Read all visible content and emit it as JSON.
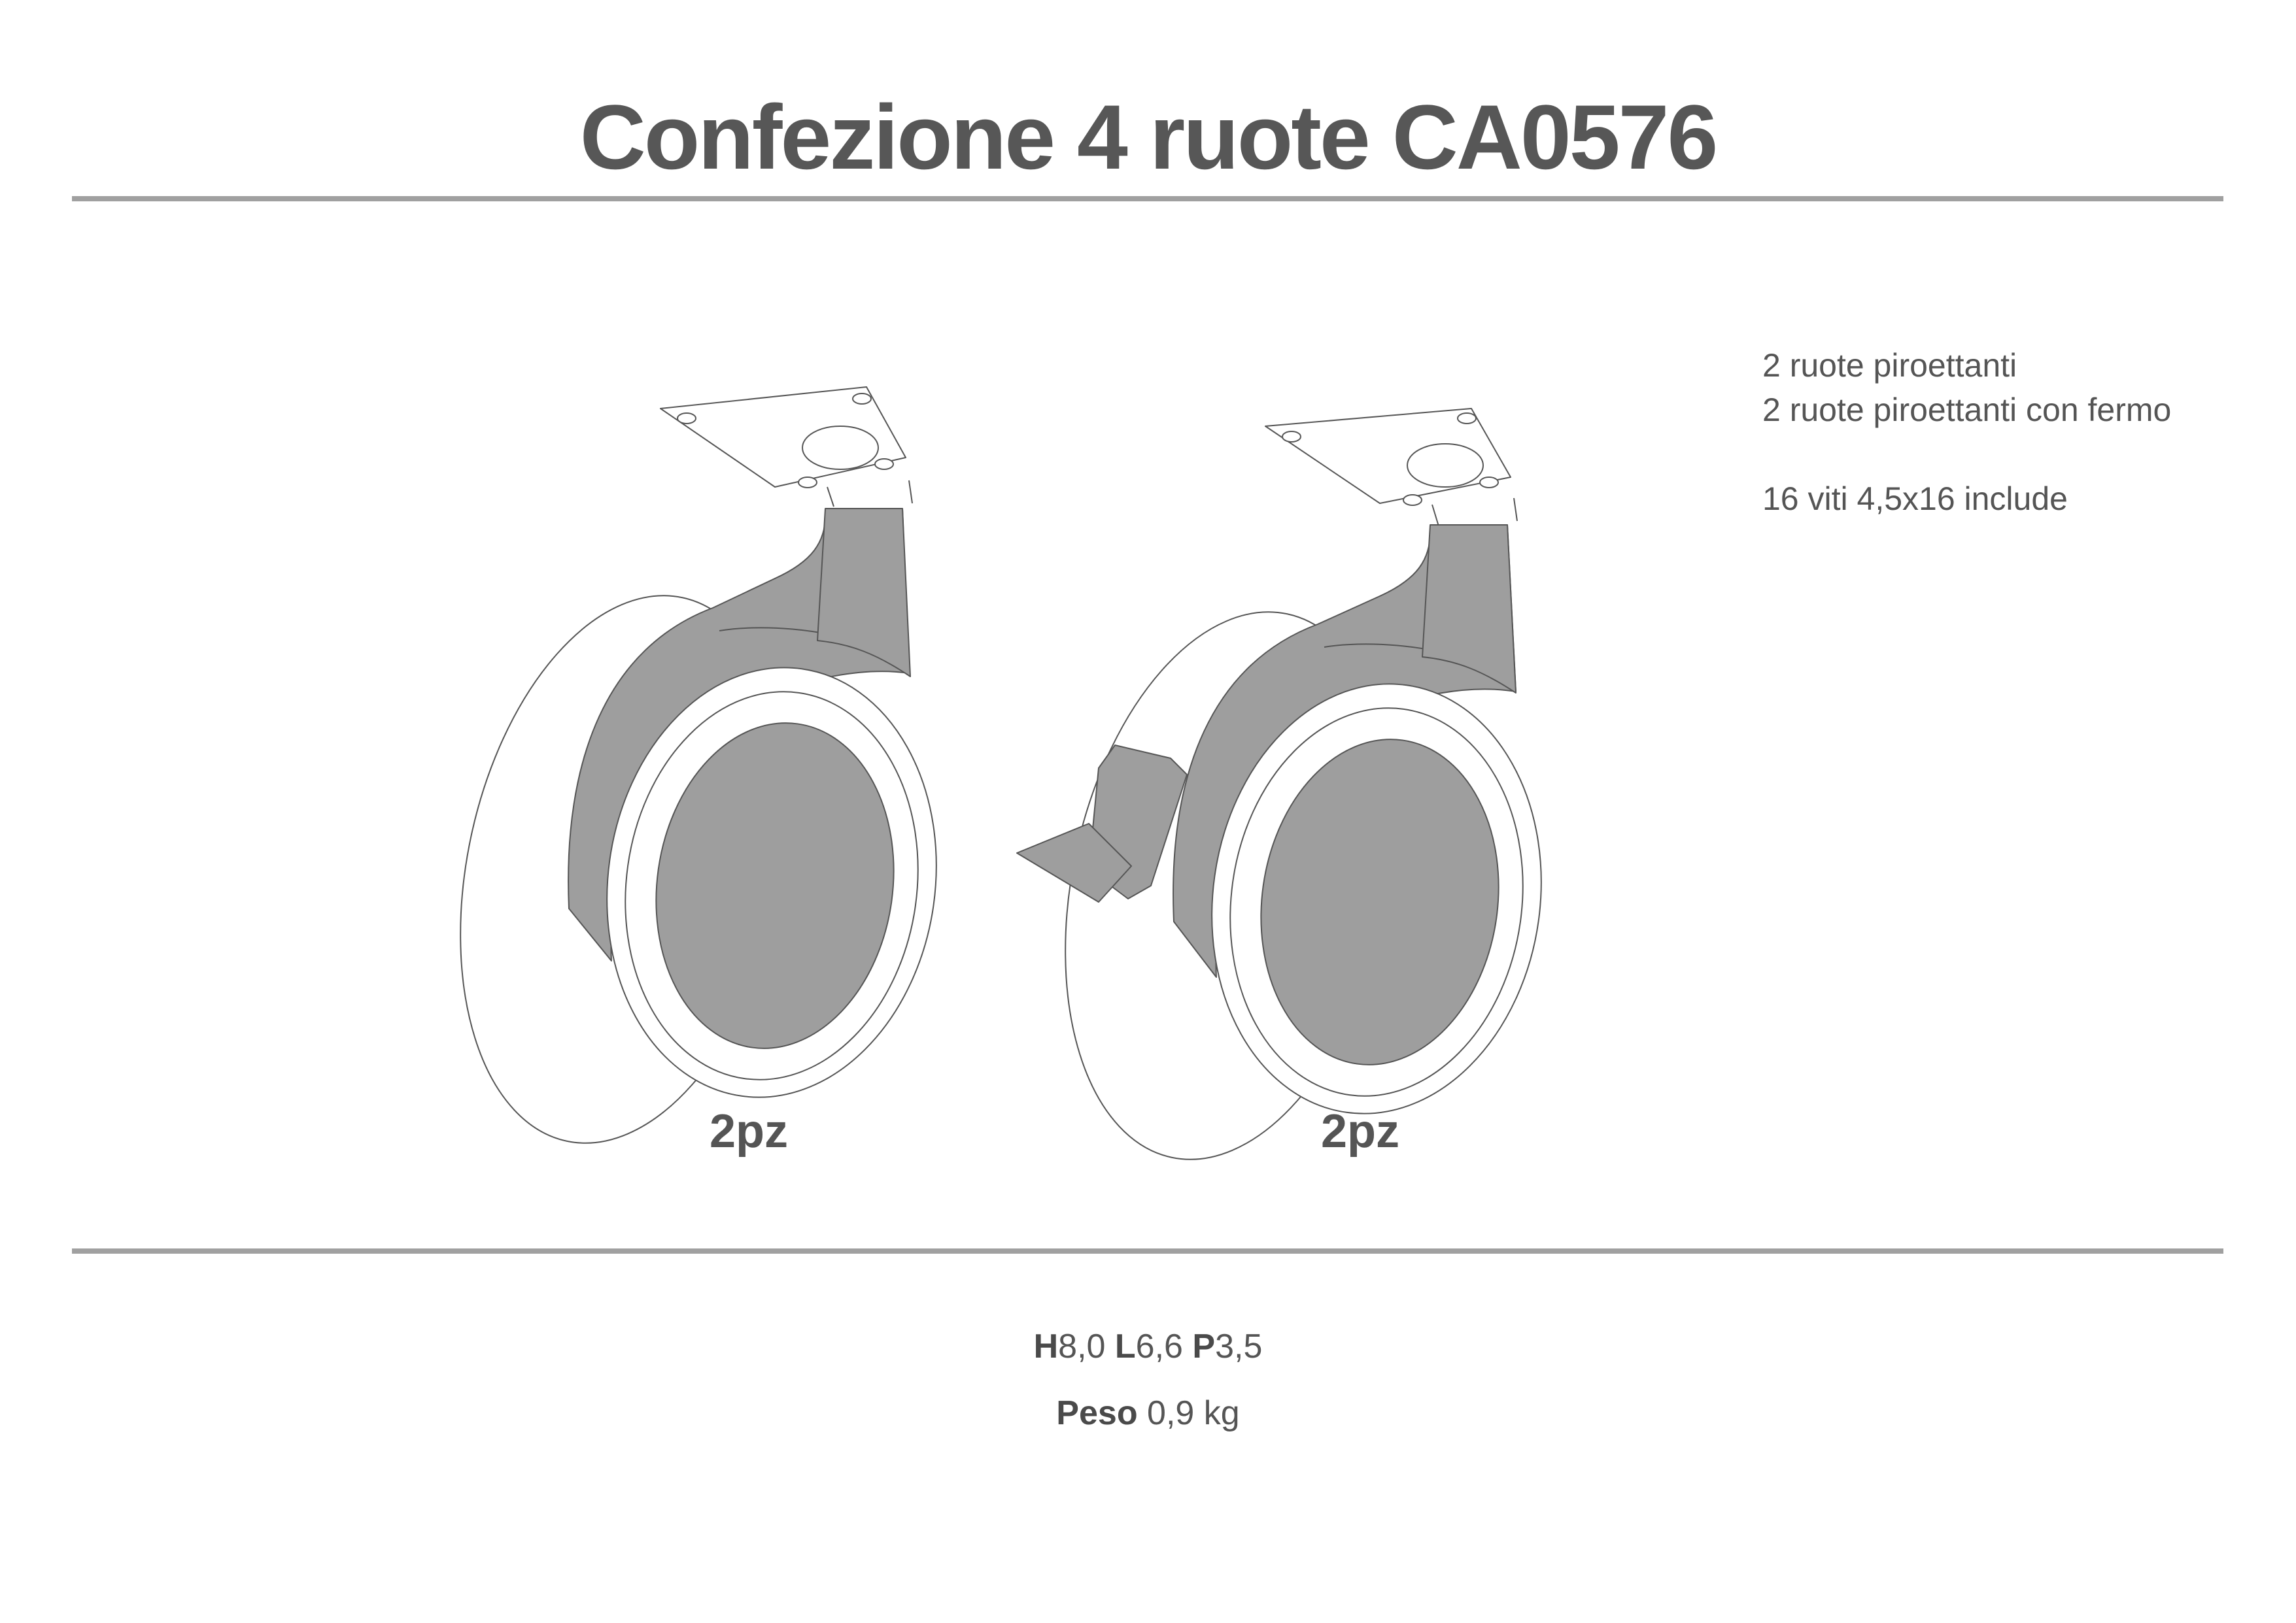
{
  "title": "Confezione 4 ruote CA0576",
  "notes": {
    "line1": "2 ruote piroettanti",
    "line2": "2 ruote piroettanti con fermo",
    "line3": "16 viti 4,5x16 include"
  },
  "wheels": {
    "left_qty": "2pz",
    "right_qty": "2pz"
  },
  "dimensions": {
    "h_label": "H",
    "h_value": "8,0",
    "l_label": "L",
    "l_value": "6,6",
    "p_label": "P",
    "p_value": "3,5",
    "weight_label": "Peso",
    "weight_value": "0,9 kg"
  },
  "colors": {
    "fill": "#9e9e9e",
    "line": "#555555",
    "rule": "#a0a0a0",
    "text": "#555555"
  }
}
